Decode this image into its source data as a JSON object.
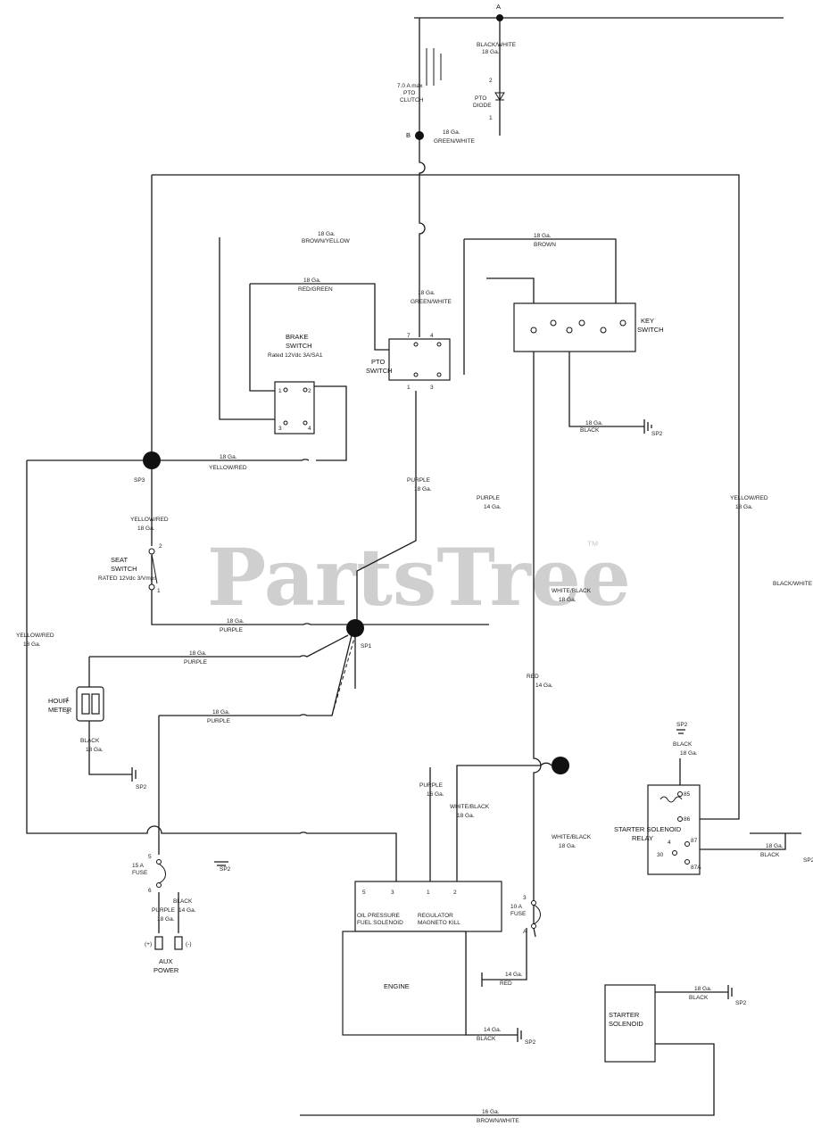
{
  "watermark": {
    "text": "PartsTree",
    "tm": "™"
  },
  "nodes": {
    "a": "A",
    "b": "B",
    "sp1": "SP1",
    "sp3": "SP3"
  },
  "components": {
    "pto_clutch": [
      "7.0 A max",
      "PTO",
      "CLUTCH"
    ],
    "pto_diode": [
      "PTO",
      "DIODE",
      "1",
      "2"
    ],
    "brake_switch": [
      "BRAKE",
      "SWITCH",
      "Rated 12Vdc 3A/SA1"
    ],
    "pto_switch": [
      "PTO",
      "SWITCH"
    ],
    "key_switch": [
      "KEY",
      "SWITCH"
    ],
    "seat_switch": [
      "SEAT",
      "SWITCH",
      "RATED 12Vdc 3/Vmps"
    ],
    "hour_meter": [
      "HOUR",
      "METER"
    ],
    "fuse15": [
      "15 A",
      "FUSE"
    ],
    "fuse10": [
      "10 A",
      "FUSE"
    ],
    "aux_power": [
      "AUX",
      "POWER",
      "(+)",
      "(-)"
    ],
    "engine": {
      "title": "ENGINE",
      "pins": [
        "OIL PRESSURE",
        "FUEL SOLENOID",
        "REGULATOR",
        "MAGNETO KILL"
      ],
      "pin_numbers": [
        "5",
        "3",
        "1",
        "2"
      ]
    },
    "starter_relay": [
      "STARTER SOLENOID",
      "RELAY",
      "85",
      "86",
      "30",
      "87",
      "87A",
      "4"
    ],
    "starter_solenoid": [
      "STARTER",
      "SOLENOID"
    ]
  },
  "wires": {
    "black_white_18": [
      "BLACK/WHITE",
      "18 Ga."
    ],
    "green_white_18": [
      "GREEN/WHITE",
      "18 Ga."
    ],
    "brown_yellow_18": [
      "BROWN/YELLOW",
      "18 Ga."
    ],
    "brown_18": [
      "BROWN",
      "18 Ga."
    ],
    "red_green_18": [
      "RED/GREEN",
      "18 Ga."
    ],
    "yellow_red_18": [
      "YELLOW/RED",
      "18 Ga."
    ],
    "purple_18": [
      "PURPLE",
      "18 Ga."
    ],
    "purple_14": [
      "PURPLE",
      "14 Ga."
    ],
    "purple_16": [
      "PURPLE",
      "16 Ga."
    ],
    "white_black_18": [
      "WHITE/BLACK",
      "18 Ga."
    ],
    "red_14": [
      "RED",
      "14 Ga."
    ],
    "black_18": [
      "BLACK",
      "18 Ga."
    ],
    "black_14": [
      "BLACK",
      "14 Ga."
    ],
    "brown_white_16": [
      "BROWN/WHITE",
      "16 Ga."
    ],
    "sp2": "SP2"
  }
}
